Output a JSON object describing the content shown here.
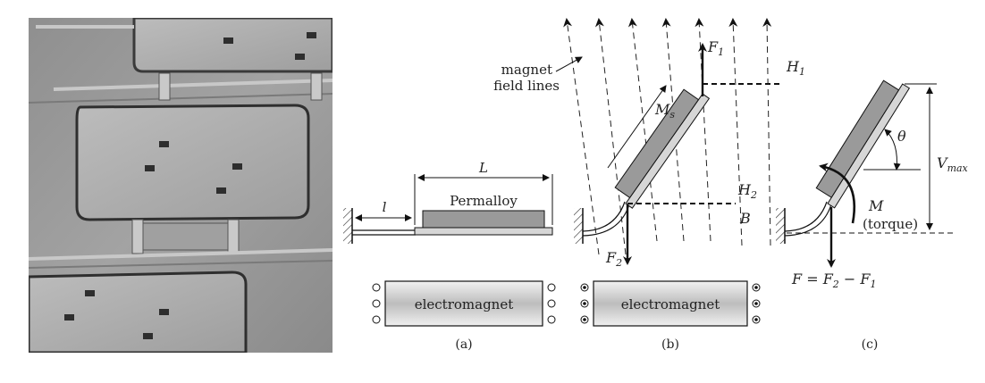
{
  "photo": {
    "description_icon": "micrograph-image"
  },
  "panel_a": {
    "caption": "(a)",
    "length_label": "L",
    "small_length_label": "l",
    "material_label": "Permalloy",
    "electromagnet_label": "electromagnet"
  },
  "panel_b": {
    "caption": "(b)",
    "field_lines_label_1": "magnet",
    "field_lines_label_2": "field lines",
    "magnetization_label": "M",
    "magnetization_sub": "s",
    "force1_label": "F",
    "force1_sub": "1",
    "force2_label": "F",
    "force2_sub": "2",
    "h1_label": "H",
    "h1_sub": "1",
    "h2_label": "H",
    "h2_sub": "2",
    "b_label": "B",
    "electromagnet_label": "electromagnet"
  },
  "panel_c": {
    "caption": "(c)",
    "theta_label": "θ",
    "vmax_label": "V",
    "vmax_sub": "max",
    "torque_label": "M",
    "torque_desc": "(torque)",
    "force_eq_1": "F",
    "force_eq_2": " = F",
    "force_eq_sub2": "2",
    "force_eq_3": " − F",
    "force_eq_sub1": "1"
  }
}
